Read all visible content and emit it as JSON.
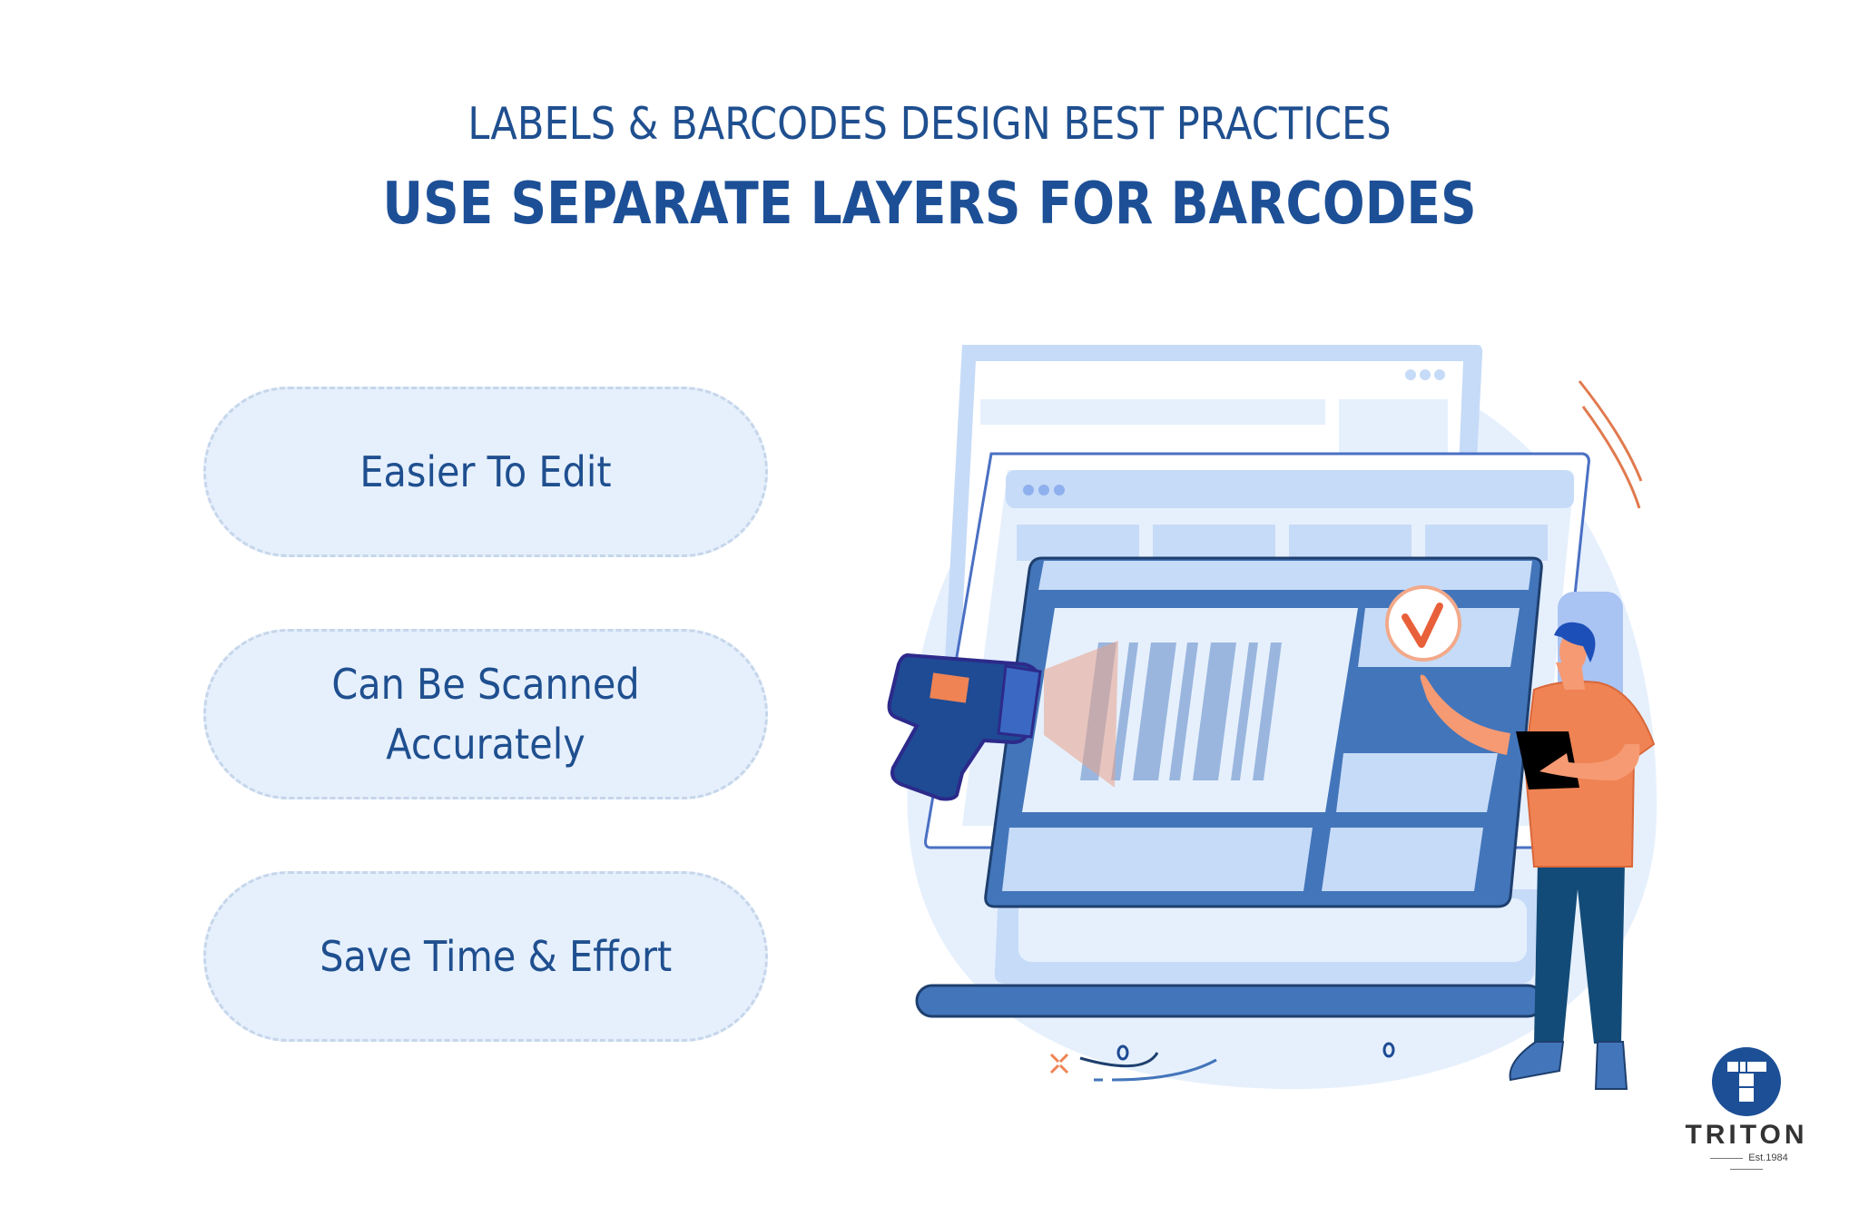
{
  "header": {
    "kicker": "LABELS & BARCODES DESIGN BEST PRACTICES",
    "title": "USE SEPARATE LAYERS FOR BARCODES"
  },
  "benefits": [
    {
      "label": "Easier To Edit"
    },
    {
      "label": "Can Be Scanned Accurately"
    },
    {
      "label": "Save Time & Effort"
    }
  ],
  "illustration": {
    "icons": [
      "barcode-scanner-icon",
      "barcode-icon",
      "checkmark-icon",
      "browser-window-icon",
      "person-with-tablet"
    ],
    "colors": {
      "primary_blue": "#4375ba",
      "dark_outline": "#1e3f6e",
      "light_blue": "#c6dbf7",
      "pale_blue": "#e6f0fd",
      "accent_orange": "#ef8354",
      "scanner_blue": "#1e4b94"
    }
  },
  "brand": {
    "name": "TRITON",
    "established": "Est.1984",
    "color": "#1c4f96"
  }
}
